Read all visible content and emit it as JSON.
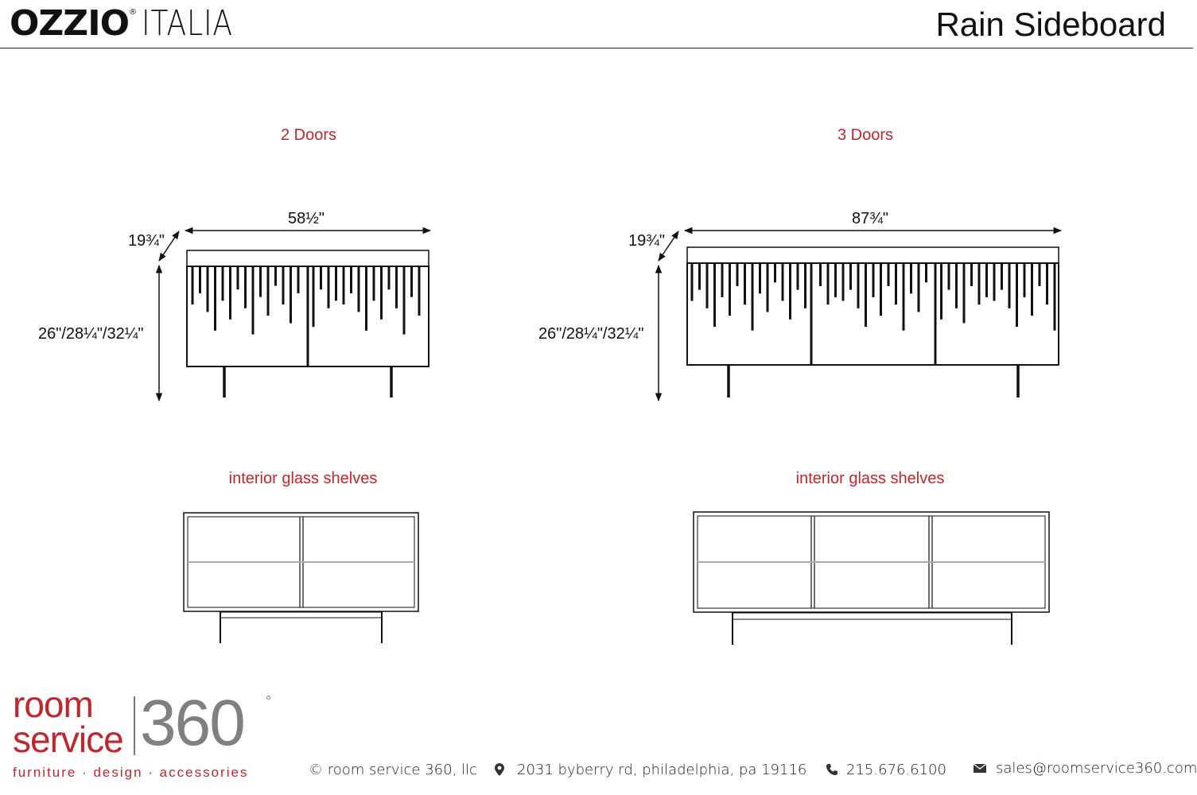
{
  "header": {
    "brand": "OZZIO",
    "brand_registered": "®",
    "brand_sub": "ITALIA",
    "title": "Rain Sideboard"
  },
  "variants": [
    {
      "title": "2 Doors",
      "width_label": "58½\"",
      "depth_label": "19¾\"",
      "height_label": "26\"/28¼\"/32¼\"",
      "interior_title": "interior glass shelves"
    },
    {
      "title": "3 Doors",
      "width_label": "87¾\"",
      "depth_label": "19¾\"",
      "height_label": "26\"/28¼\"/32¼\"",
      "interior_title": "interior glass shelves"
    }
  ],
  "footer": {
    "logo_line1": "room",
    "logo_line2": "service",
    "logo_number": "360",
    "logo_degree": "°",
    "tagline": "furniture  ·  design  ·  accessories",
    "copyright": "© room service 360, llc",
    "address": "2031 byberry rd, philadelphia, pa 19116",
    "phone": "215.676.6100",
    "email": "sales@roomservice360.com",
    "icons": [
      "map-pin-icon",
      "phone-icon",
      "envelope-icon"
    ],
    "accent_color": "#c0262d",
    "logo_gray": "#808080"
  }
}
